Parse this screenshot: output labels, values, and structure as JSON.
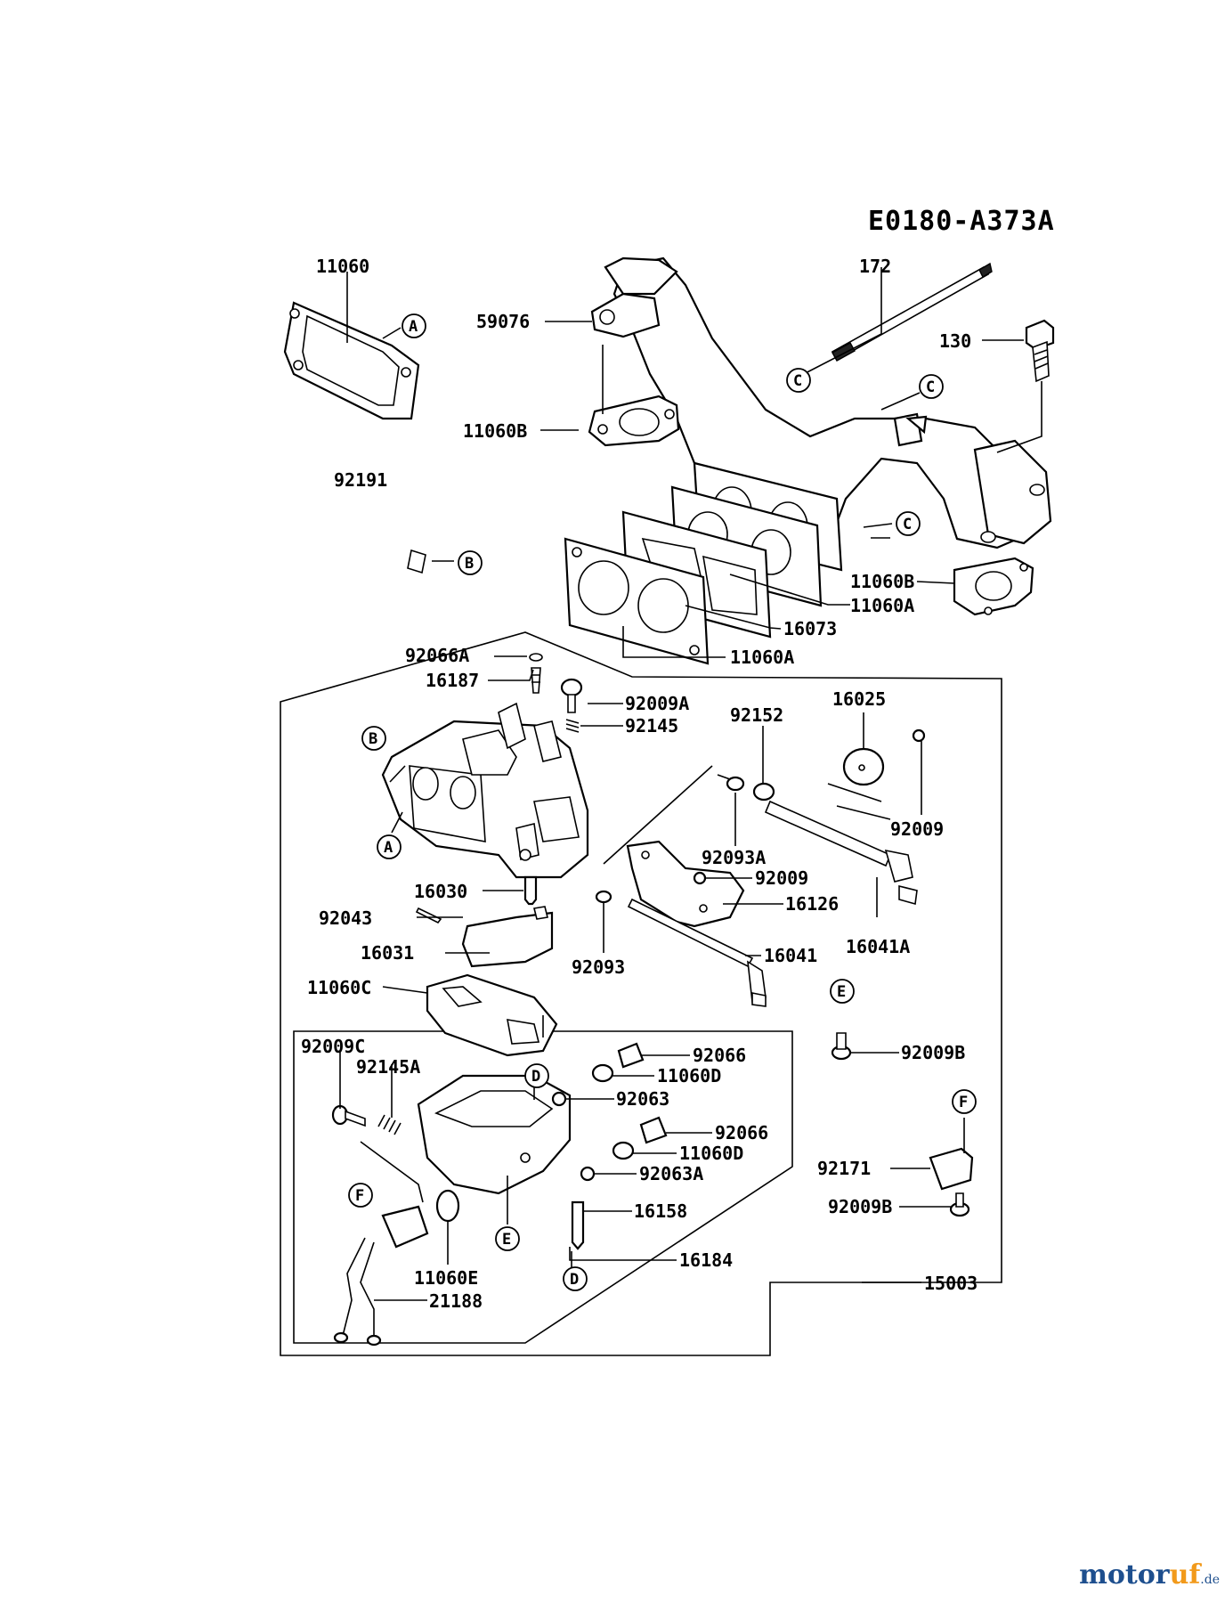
{
  "diagram": {
    "code": "E0180-A373A",
    "part_numbers": {
      "p11060": "11060",
      "p59076": "59076",
      "p172": "172",
      "p130": "130",
      "p11060b_upper": "11060B",
      "p92191": "92191",
      "p11060b_lower": "11060B",
      "p11060a_right": "11060A",
      "p16073": "16073",
      "p11060a_left": "11060A",
      "p92066a": "92066A",
      "p16187": "16187",
      "p92009a": "92009A",
      "p92145": "92145",
      "p92152": "92152",
      "p16025": "16025",
      "p92009_right": "92009",
      "p92093a": "92093A",
      "p92009_mid": "92009",
      "p16126": "16126",
      "p16041a": "16041A",
      "p16030": "16030",
      "p92043": "92043",
      "p16031": "16031",
      "p92093": "92093",
      "p16041": "16041",
      "p11060c": "11060C",
      "p92009c": "92009C",
      "p92145a": "92145A",
      "p92066_top": "92066",
      "p11060d_top": "11060D",
      "p92063": "92063",
      "p92066_bot": "92066",
      "p11060d_bot": "11060D",
      "p92063a": "92063A",
      "p16158": "16158",
      "p11060e": "11060E",
      "p16184": "16184",
      "p21188": "21188",
      "p15003": "15003",
      "p92009b_top": "92009B",
      "p92171": "92171",
      "p92009b_bot": "92009B"
    },
    "reference_markers": {
      "a1": "A",
      "a2": "A",
      "b1": "B",
      "b2": "B",
      "c1": "C",
      "c2": "C",
      "c3": "C",
      "d1": "D",
      "d2": "D",
      "e1": "E",
      "e2": "E",
      "f1": "F",
      "f2": "F"
    }
  },
  "watermark": {
    "part1": "motor",
    "part2": "uf",
    "part3": ".de"
  }
}
